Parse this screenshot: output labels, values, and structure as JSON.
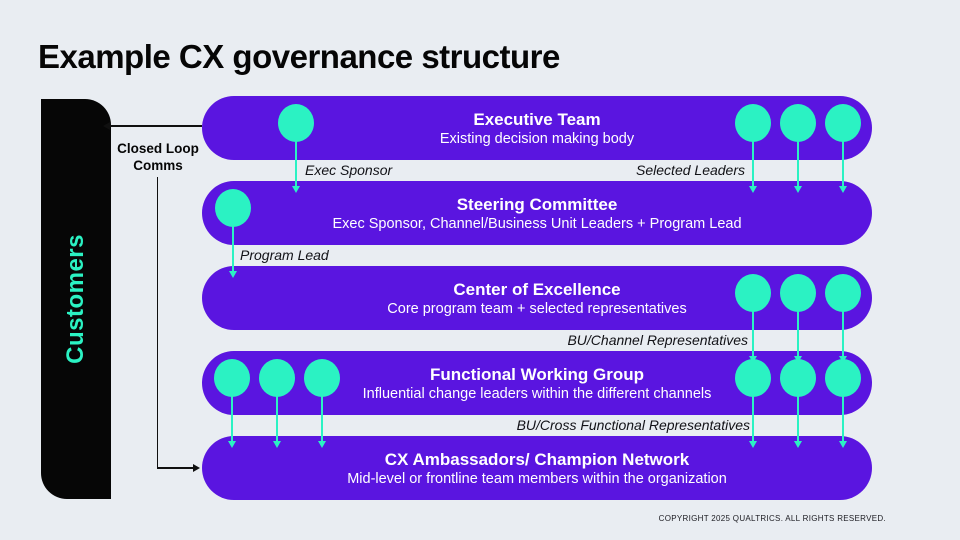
{
  "page": {
    "title": "Example CX governance structure",
    "copyright": "COPYRIGHT 2025 QUALTRICS. ALL RIGHTS RESERVED."
  },
  "colors": {
    "purple": "#5A15E0",
    "teal": "#2BF2C3",
    "background": "#E9EDF2"
  },
  "customers_pill": {
    "label": "Customers"
  },
  "closed_loop": {
    "label_line1": "Closed Loop",
    "label_line2": "Comms"
  },
  "rows": [
    {
      "id": "executive-team",
      "title": "Executive Team",
      "subtitle": "Existing decision making body",
      "left_dots": 1,
      "right_dots": 3
    },
    {
      "id": "steering-committee",
      "title": "Steering Committee",
      "subtitle": "Exec Sponsor, Channel/Business Unit Leaders + Program Lead",
      "left_dots": 1,
      "right_dots": 0
    },
    {
      "id": "center-of-excellence",
      "title": "Center of Excellence",
      "subtitle": "Core program team + selected representatives",
      "left_dots": 0,
      "right_dots": 3
    },
    {
      "id": "functional-working-group",
      "title": "Functional Working Group",
      "subtitle": "Influential change leaders within the different channels",
      "left_dots": 3,
      "right_dots": 3
    },
    {
      "id": "cx-ambassadors",
      "title": "CX Ambassadors/ Champion Network",
      "subtitle": "Mid-level or frontline team members within the organization",
      "left_dots": 0,
      "right_dots": 0
    }
  ],
  "connector_labels": [
    {
      "id": "exec-sponsor",
      "text": "Exec Sponsor"
    },
    {
      "id": "selected-leaders",
      "text": "Selected Leaders"
    },
    {
      "id": "program-lead",
      "text": "Program Lead"
    },
    {
      "id": "bu-channel-representatives",
      "text": "BU/Channel Representatives"
    },
    {
      "id": "bu-cross-functional-representatives",
      "text": "BU/Cross Functional Representatives"
    }
  ]
}
